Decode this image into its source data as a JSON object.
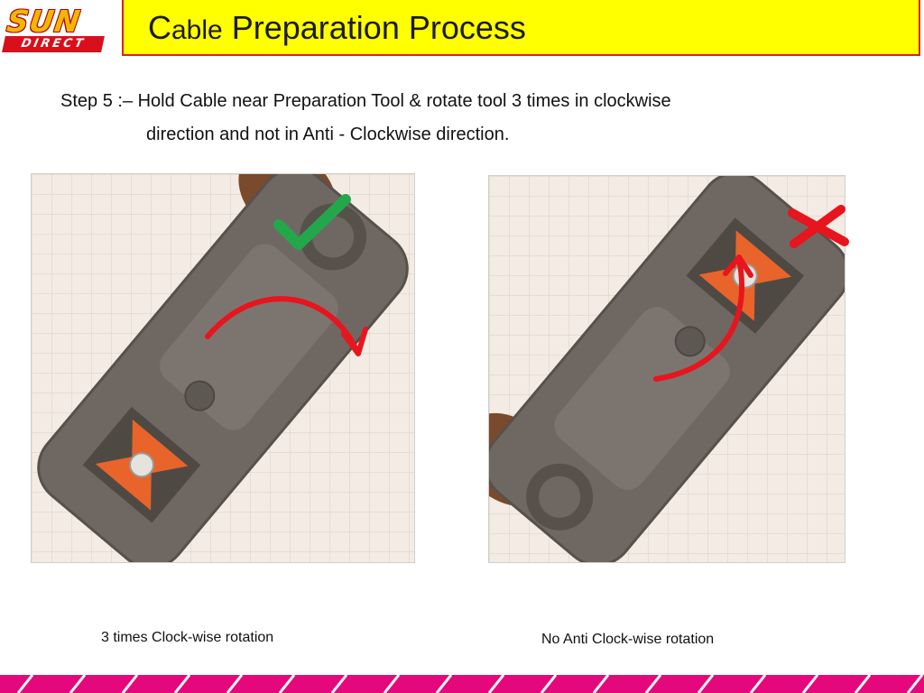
{
  "brand": {
    "top": "SUN",
    "bottom": "DIRECT"
  },
  "title": {
    "lead": "C",
    "small": "able",
    "rest": " Preparation Process"
  },
  "step": {
    "line1": "Step 5 :– Hold Cable near Preparation Tool & rotate tool 3 times in clockwise",
    "line2": "direction and not in Anti - Clockwise  direction."
  },
  "captions": {
    "left": "3 times Clock-wise rotation",
    "right": "No Anti Clock-wise rotation"
  },
  "icons": {
    "correct": "check-icon",
    "wrong": "cross-icon",
    "rotate_cw": "clockwise-arrow-icon",
    "rotate_ccw": "anticlockwise-arrow-icon"
  },
  "colors": {
    "title_bg": "#ffff00",
    "title_border": "#e02020",
    "check": "#22a84a",
    "cross": "#e8141e",
    "arrow": "#e8141e",
    "footer": "#e5087c",
    "tool_body": "#6f6862",
    "tool_blade": "#e8642a"
  }
}
